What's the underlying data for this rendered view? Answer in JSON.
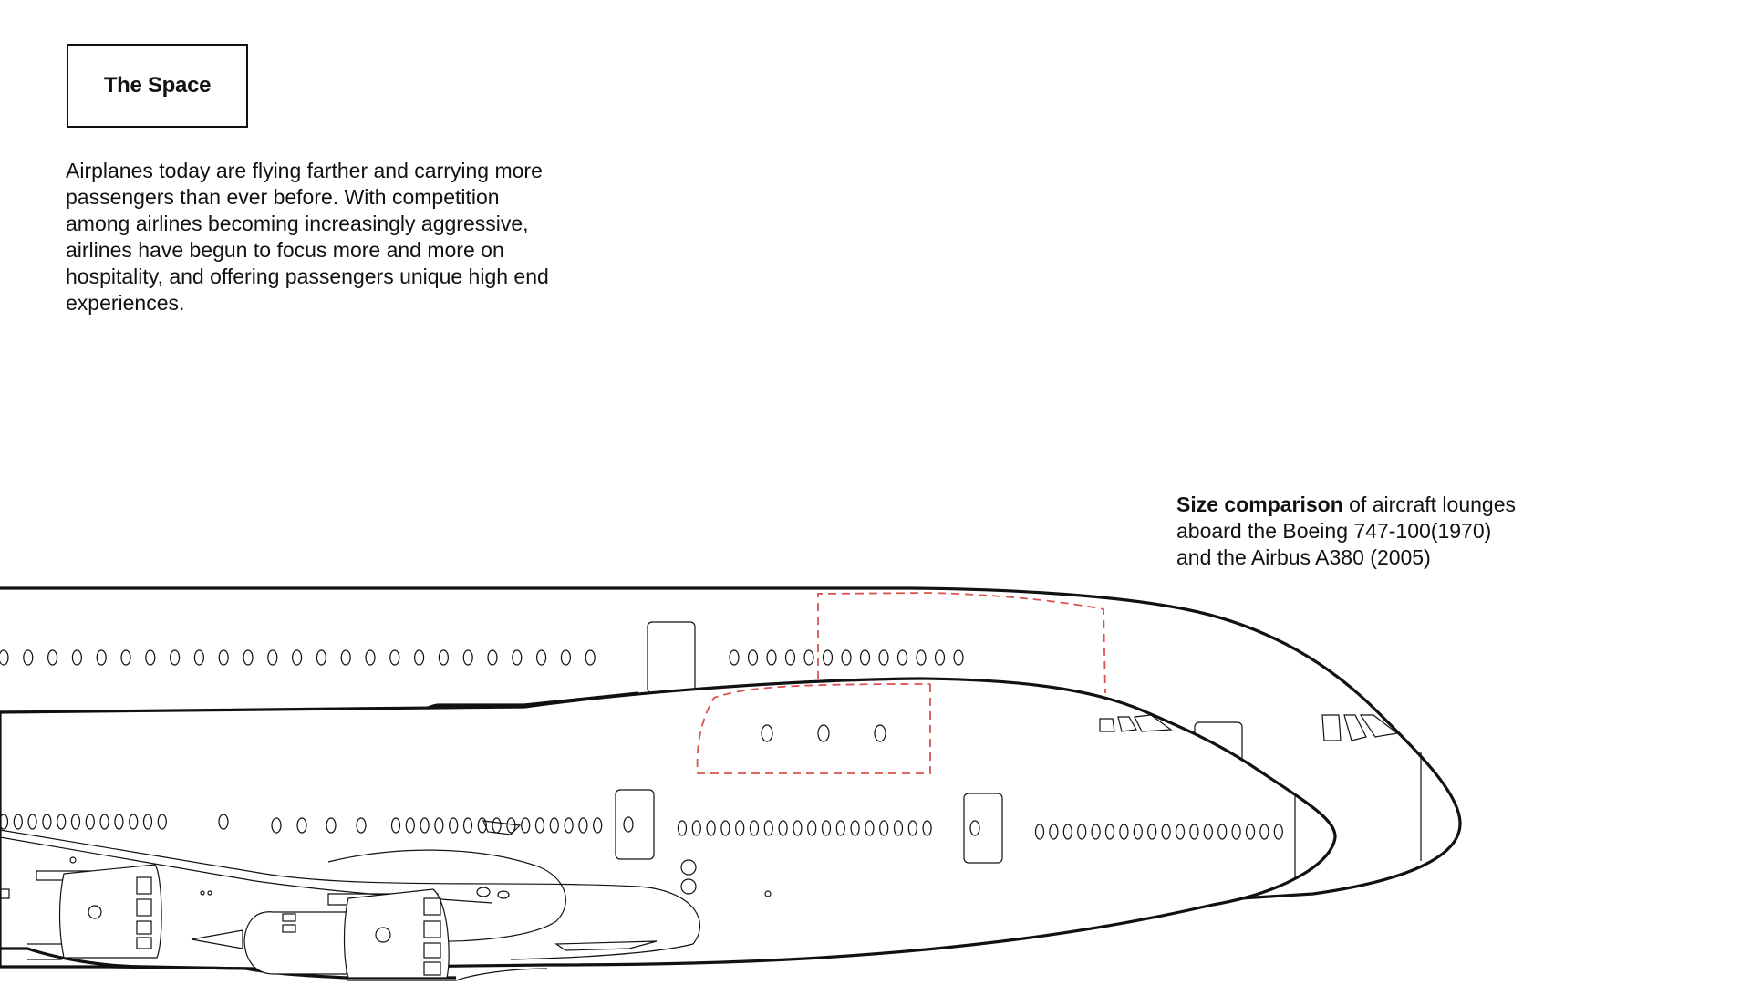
{
  "section": {
    "title": "The Space",
    "intro_lines": [
      "Airplanes today are flying farther and carrying more",
      "passengers than ever before.  With competition",
      "among airlines becoming increasingly aggressive,",
      "airlines have begun to focus more and more on",
      "hospitality, and offering passengers unique high end",
      "experiences."
    ]
  },
  "caption": {
    "bold": "Size comparison",
    "line1_rest": " of aircraft lounges",
    "line2": "aboard the Boeing 747-100(1970)",
    "line3": "and the Airbus A380 (2005)"
  },
  "colors": {
    "outline": "#111111",
    "lounge_highlight": "#d9534f"
  },
  "drawing": {
    "subject": "side-profile line drawing of two aircraft (Airbus A380 and Boeing 747-100) overlaid, with dashed lounge outlines"
  }
}
